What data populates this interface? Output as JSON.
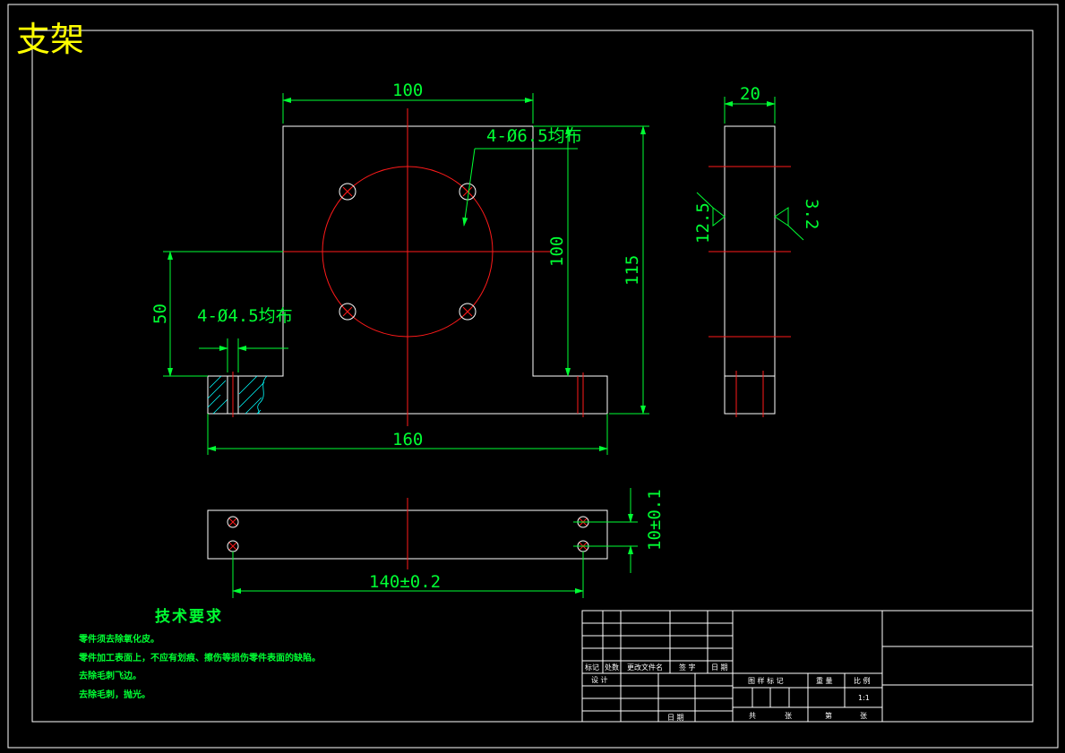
{
  "drawing": {
    "title": "支架",
    "dimensions": {
      "front_width": "100",
      "holes_large": "4-Ø6.5均布",
      "height_inner": "100",
      "height_total": "115",
      "left_height": "50",
      "holes_small": "4-Ø4.5均布",
      "base_length": "160",
      "side_width": "20",
      "roughness_left": "12.5",
      "roughness_right": "3.2",
      "hole_spacing": "140±0.2",
      "hole_offset": "10±0.1"
    },
    "tech_requirements": {
      "heading": "技术要求",
      "items": [
        "零件须去除氧化皮。",
        "零件加工表面上，不应有划痕、擦伤等损伤零件表面的缺陷。",
        "去除毛刺飞边。",
        "去除毛刺，抛光。"
      ]
    },
    "title_block": {
      "rev_labels": [
        "标记",
        "处数",
        "更改文件名",
        "签 字",
        "日 期"
      ],
      "design": "设 计",
      "date": "日 期",
      "stage_labels": [
        "图 样 标 记",
        "重 量",
        "比 例"
      ],
      "scale": "1:1",
      "sheet_total": "共",
      "sheet_total_unit": "张",
      "sheet_no": "第",
      "sheet_no_unit": "张"
    }
  }
}
